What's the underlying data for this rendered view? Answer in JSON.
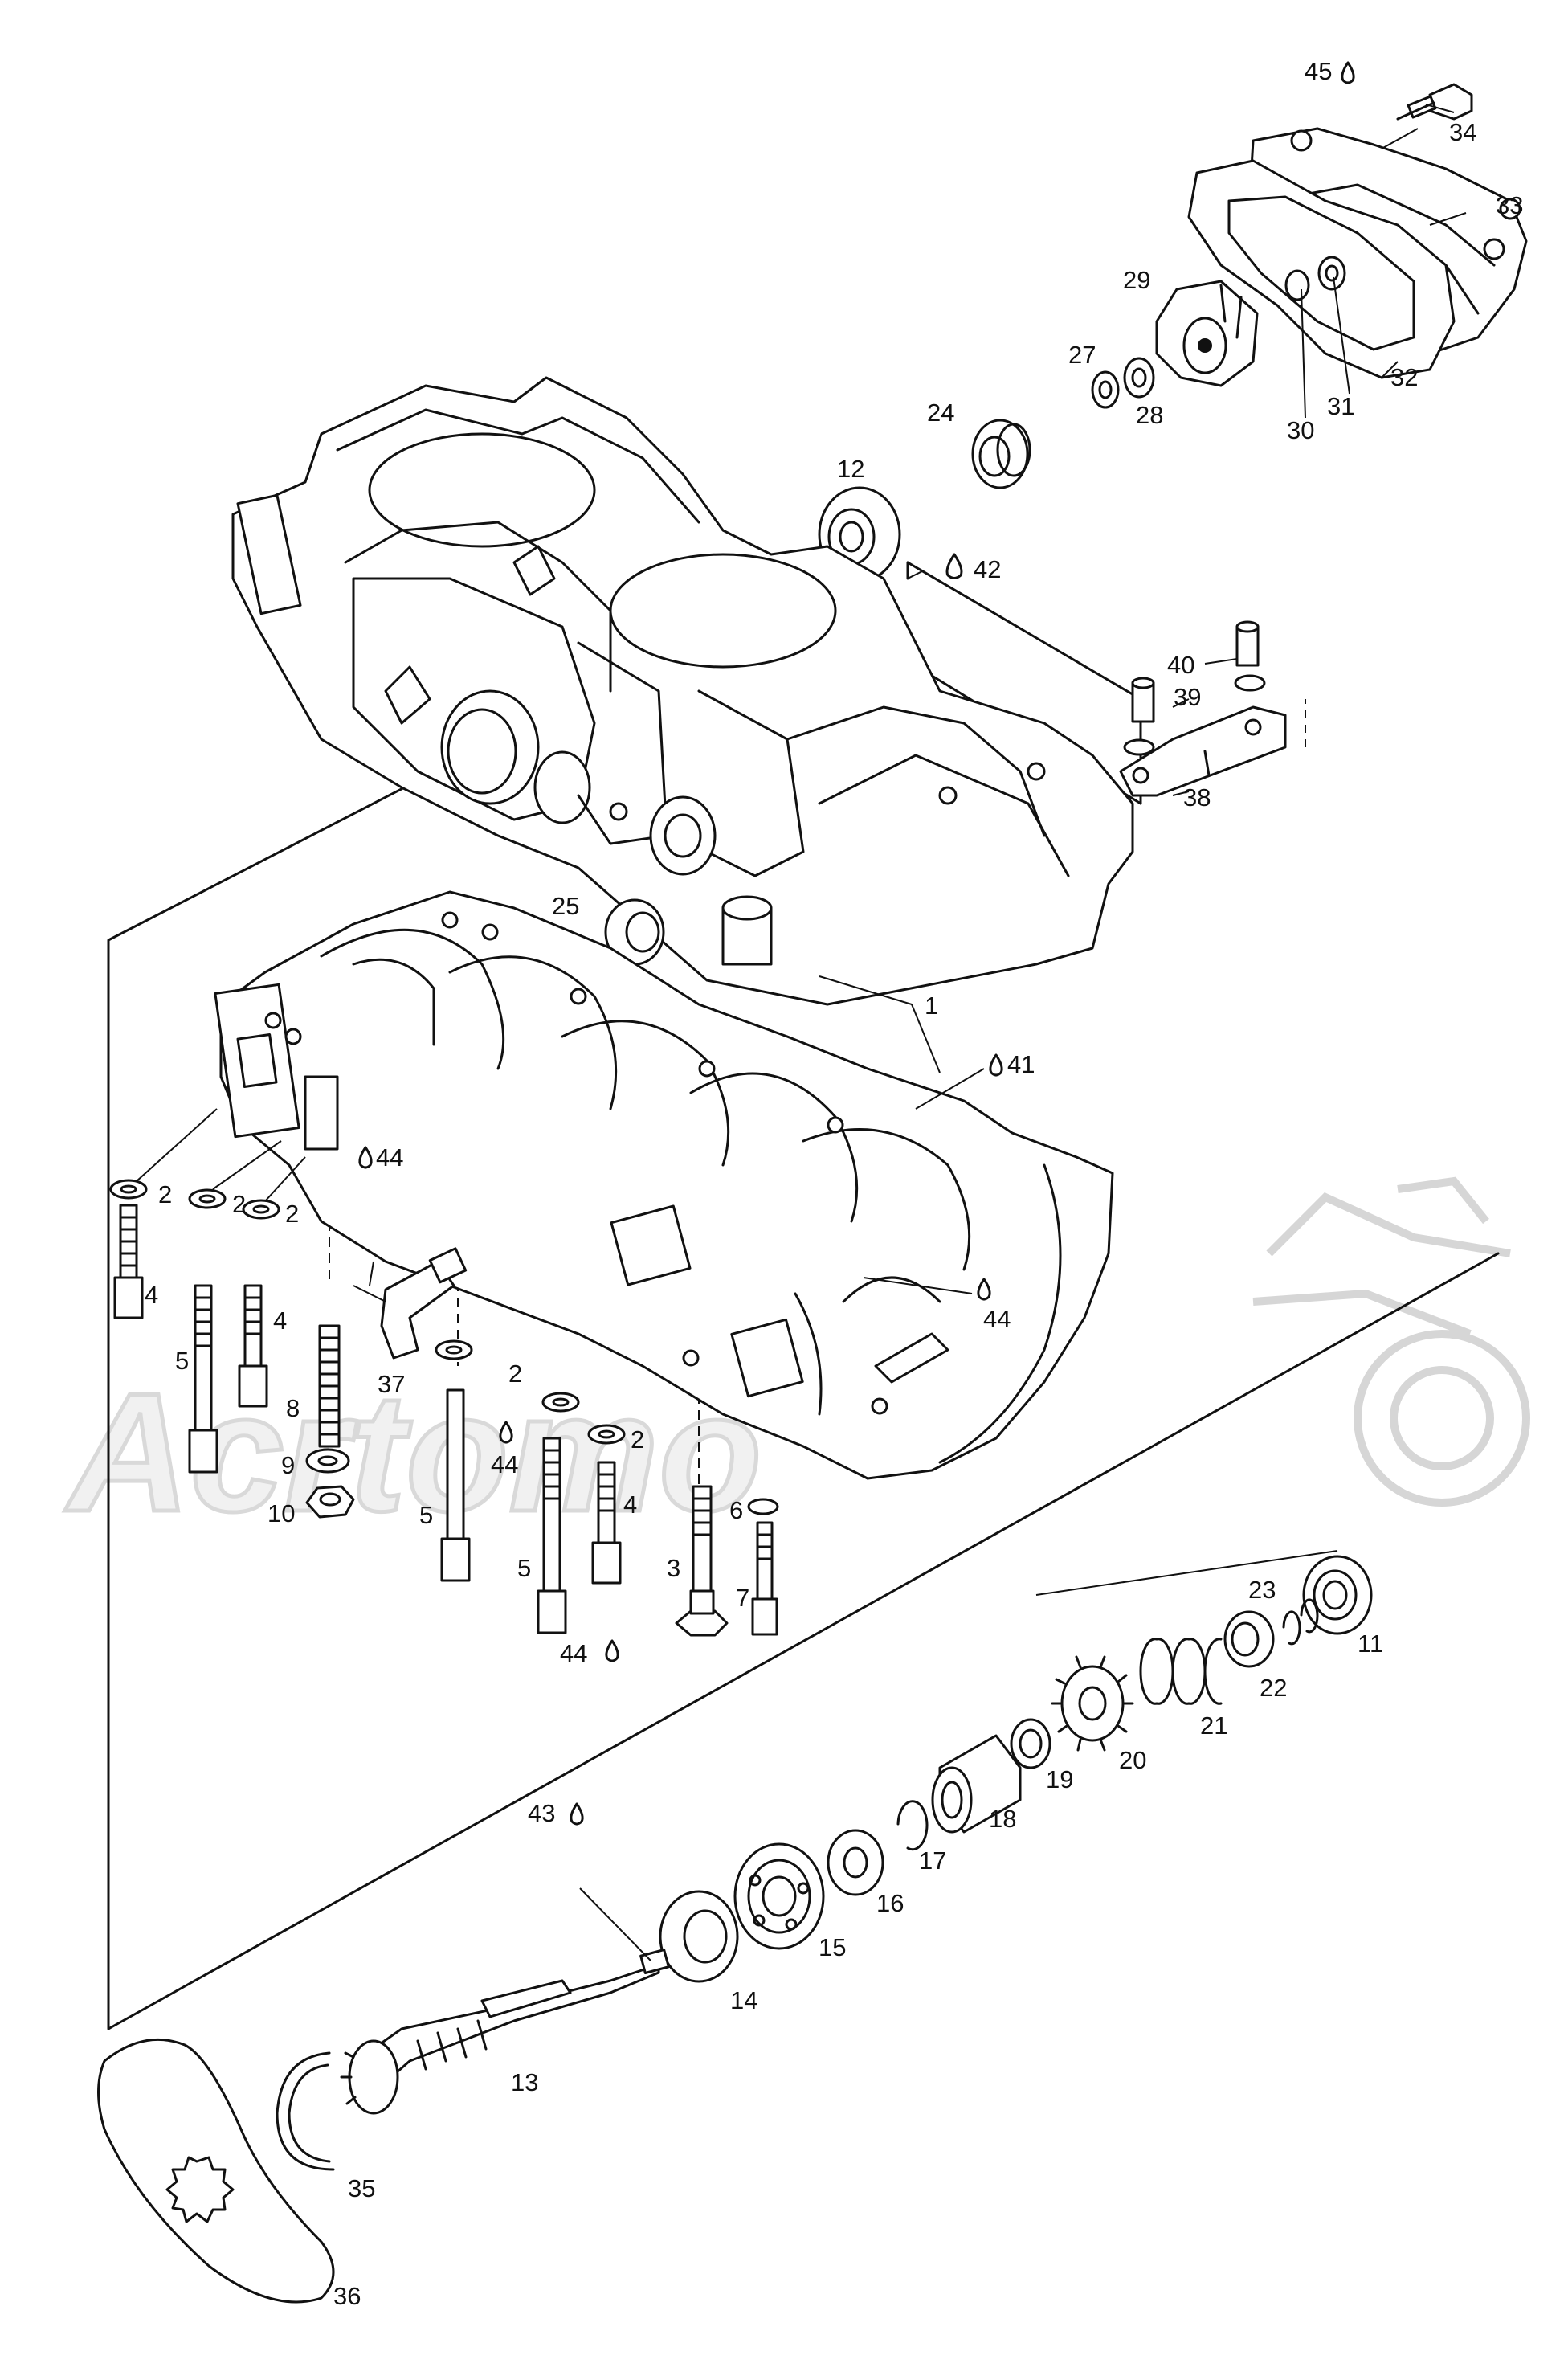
{
  "diagram": {
    "watermark": "Acrtomo",
    "drop_icon": "oil-drop-icon",
    "callouts": [
      {
        "id": "c45",
        "text": "45",
        "drop": true
      },
      {
        "id": "c34",
        "text": "34"
      },
      {
        "id": "c33",
        "text": "33"
      },
      {
        "id": "c29",
        "text": "29"
      },
      {
        "id": "c27",
        "text": "27"
      },
      {
        "id": "c28",
        "text": "28"
      },
      {
        "id": "c30",
        "text": "30"
      },
      {
        "id": "c31",
        "text": "31"
      },
      {
        "id": "c32",
        "text": "32"
      },
      {
        "id": "c24",
        "text": "24"
      },
      {
        "id": "c12",
        "text": "12"
      },
      {
        "id": "c42",
        "text": "42",
        "drop": true
      },
      {
        "id": "c40",
        "text": "40"
      },
      {
        "id": "c39",
        "text": "39"
      },
      {
        "id": "c38",
        "text": "38"
      },
      {
        "id": "c25",
        "text": "25"
      },
      {
        "id": "c1",
        "text": "1"
      },
      {
        "id": "c41",
        "text": "41",
        "drop": true
      },
      {
        "id": "c2a",
        "text": "2"
      },
      {
        "id": "c2b",
        "text": "2"
      },
      {
        "id": "c2c",
        "text": "2"
      },
      {
        "id": "c4a",
        "text": "4"
      },
      {
        "id": "c4b",
        "text": "4"
      },
      {
        "id": "c5a",
        "text": "5"
      },
      {
        "id": "c44a",
        "text": "44",
        "drop": true
      },
      {
        "id": "c44b",
        "text": "44",
        "drop": true
      },
      {
        "id": "c8",
        "text": "8"
      },
      {
        "id": "c37",
        "text": "37"
      },
      {
        "id": "c2d",
        "text": "2"
      },
      {
        "id": "c2e",
        "text": "2"
      },
      {
        "id": "c44c",
        "text": "44",
        "drop": true
      },
      {
        "id": "c9",
        "text": "9"
      },
      {
        "id": "c10",
        "text": "10"
      },
      {
        "id": "c5b",
        "text": "5"
      },
      {
        "id": "c4c",
        "text": "4"
      },
      {
        "id": "c6",
        "text": "6"
      },
      {
        "id": "c5c",
        "text": "5"
      },
      {
        "id": "c3",
        "text": "3"
      },
      {
        "id": "c7",
        "text": "7"
      },
      {
        "id": "c44d",
        "text": "44",
        "drop": true
      },
      {
        "id": "c23",
        "text": "23"
      },
      {
        "id": "c11",
        "text": "11"
      },
      {
        "id": "c22",
        "text": "22"
      },
      {
        "id": "c21",
        "text": "21"
      },
      {
        "id": "c20",
        "text": "20"
      },
      {
        "id": "c19",
        "text": "19"
      },
      {
        "id": "c18",
        "text": "18"
      },
      {
        "id": "c17",
        "text": "17"
      },
      {
        "id": "c16",
        "text": "16"
      },
      {
        "id": "c15",
        "text": "15"
      },
      {
        "id": "c14",
        "text": "14"
      },
      {
        "id": "c43",
        "text": "43",
        "drop": true
      },
      {
        "id": "c13",
        "text": "13"
      },
      {
        "id": "c35",
        "text": "35"
      },
      {
        "id": "c36",
        "text": "36"
      }
    ]
  }
}
